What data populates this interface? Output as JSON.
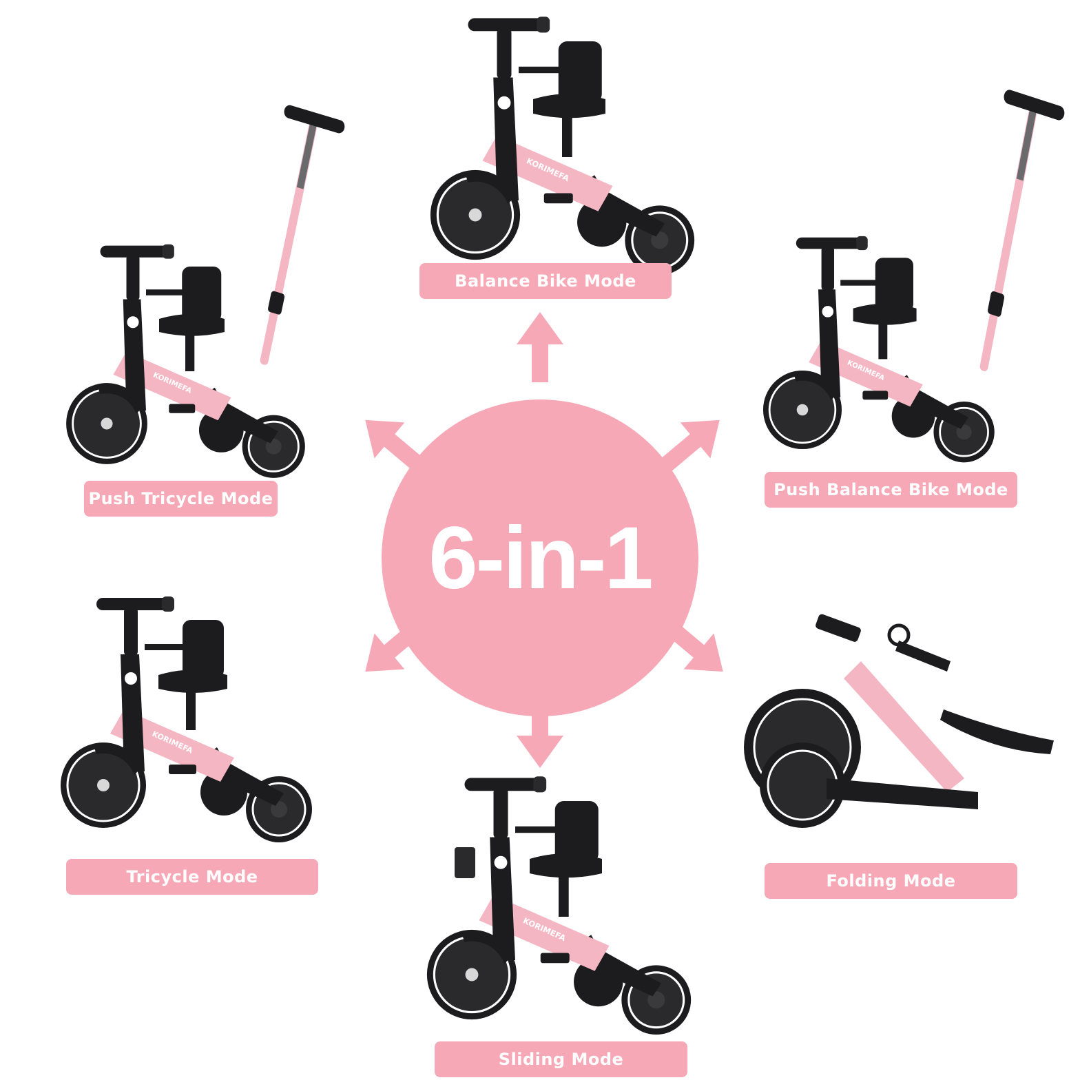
{
  "colors": {
    "accent_pink": "#f7a8b6",
    "frame_pink": "#f5b6c4",
    "dark": "#1c1c1e",
    "tire": "#2a2a2c",
    "white": "#ffffff"
  },
  "center": {
    "title": "6-in-1"
  },
  "brand": {
    "frame_text": "KORIMEFA"
  },
  "modes": {
    "balance_bike": "Balance Bike Mode",
    "push_tricycle": "Push Tricycle Mode",
    "push_balance_bike": "Push Balance Bike Mode",
    "tricycle": "Tricycle Mode",
    "folding": "Folding Mode",
    "sliding": "Sliding Mode"
  },
  "icons": {
    "center_badge": "pink-circle",
    "arrows": "direction-arrow-icon",
    "bike_illustration": "kids-tricycle-illustration"
  }
}
